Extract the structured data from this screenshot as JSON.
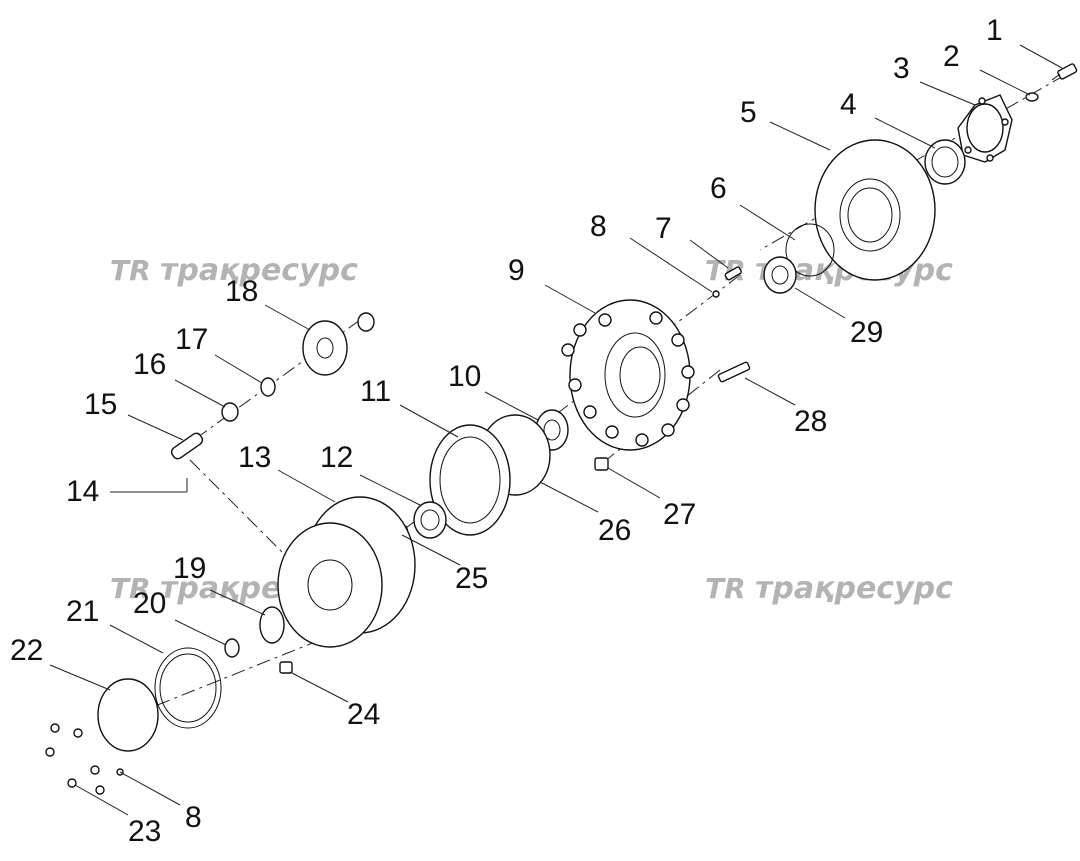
{
  "watermark": {
    "brand_text": "трақресурс",
    "logo_text": "TR"
  },
  "callouts": {
    "c1": "1",
    "c2": "2",
    "c3": "3",
    "c4": "4",
    "c5": "5",
    "c6": "6",
    "c7": "7",
    "c8a": "8",
    "c8b": "8",
    "c9": "9",
    "c10": "10",
    "c11": "11",
    "c12": "12",
    "c13": "13",
    "c14": "14",
    "c15": "15",
    "c16": "16",
    "c17": "17",
    "c18": "18",
    "c19": "19",
    "c20": "20",
    "c21": "21",
    "c22": "22",
    "c23": "23",
    "c24": "24",
    "c25": "25",
    "c26": "26",
    "c27": "27",
    "c28": "28",
    "c29": "29"
  }
}
